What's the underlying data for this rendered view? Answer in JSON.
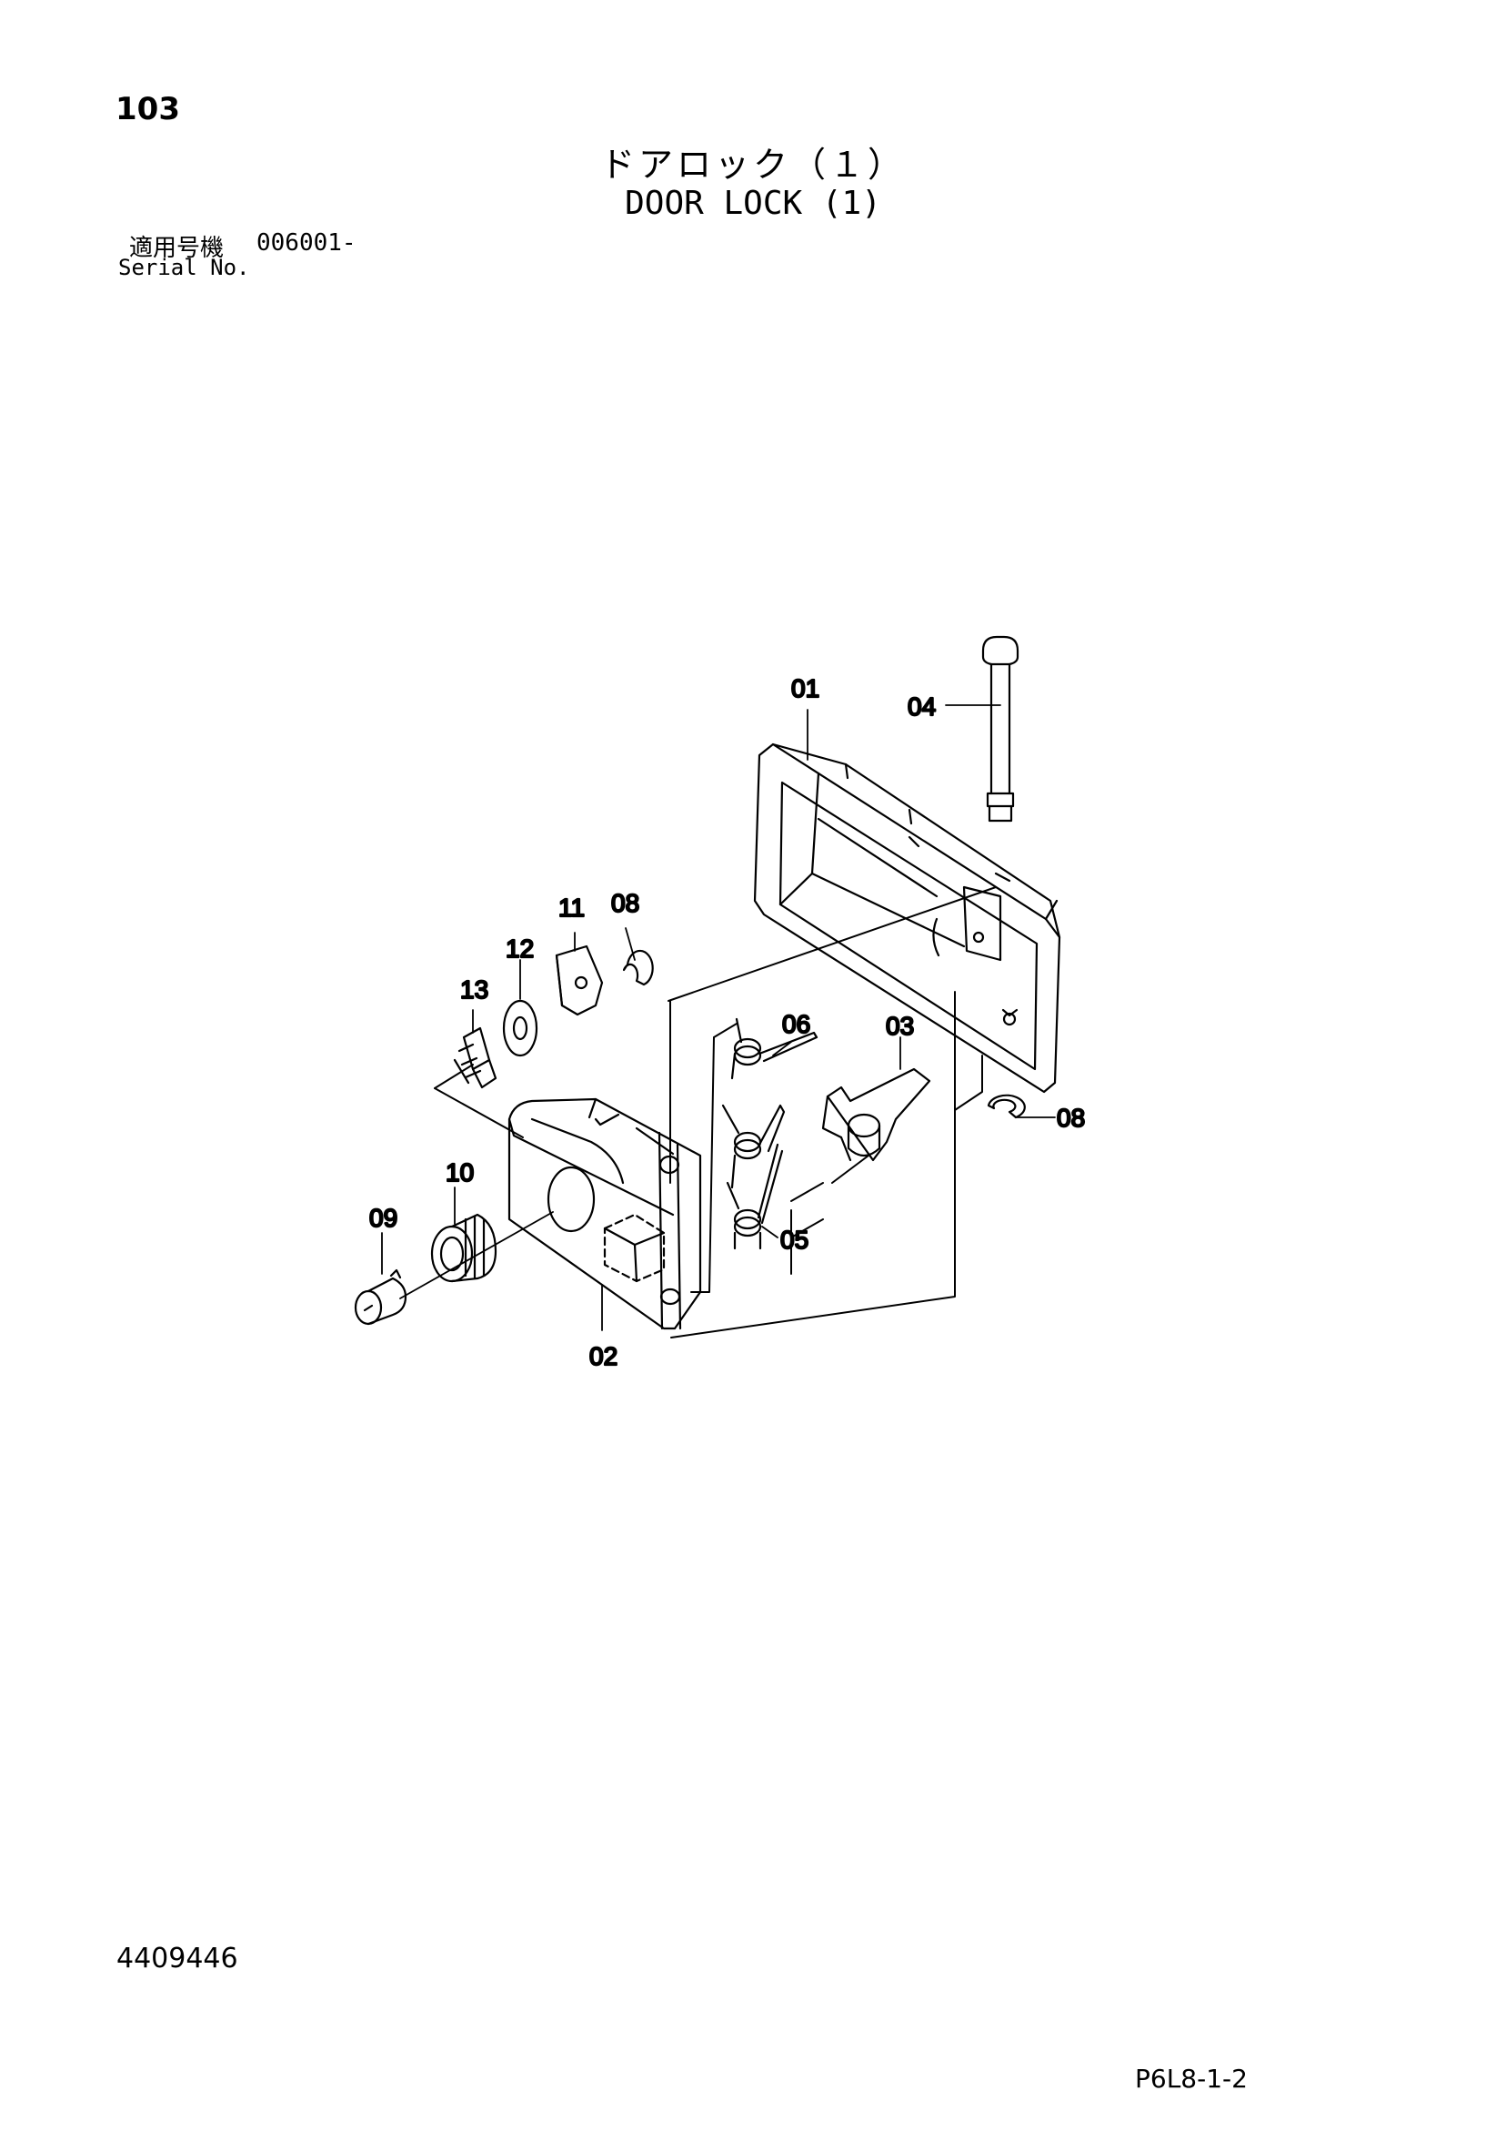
{
  "page_number": "103",
  "title_jp": "ドアロック（１）",
  "title_en": "DOOR LOCK (1)",
  "serial_label_jp": "適用号機",
  "serial_value": "006001-",
  "serial_label_en": "Serial No.",
  "drawing_number": "4409446",
  "figure_code": "P6L8-1-2",
  "callouts": {
    "p01": "01",
    "p02": "02",
    "p03": "03",
    "p04": "04",
    "p05": "05",
    "p06": "06",
    "p08a": "08",
    "p08b": "08",
    "p09": "09",
    "p10": "10",
    "p11": "11",
    "p12": "12",
    "p13": "13"
  }
}
